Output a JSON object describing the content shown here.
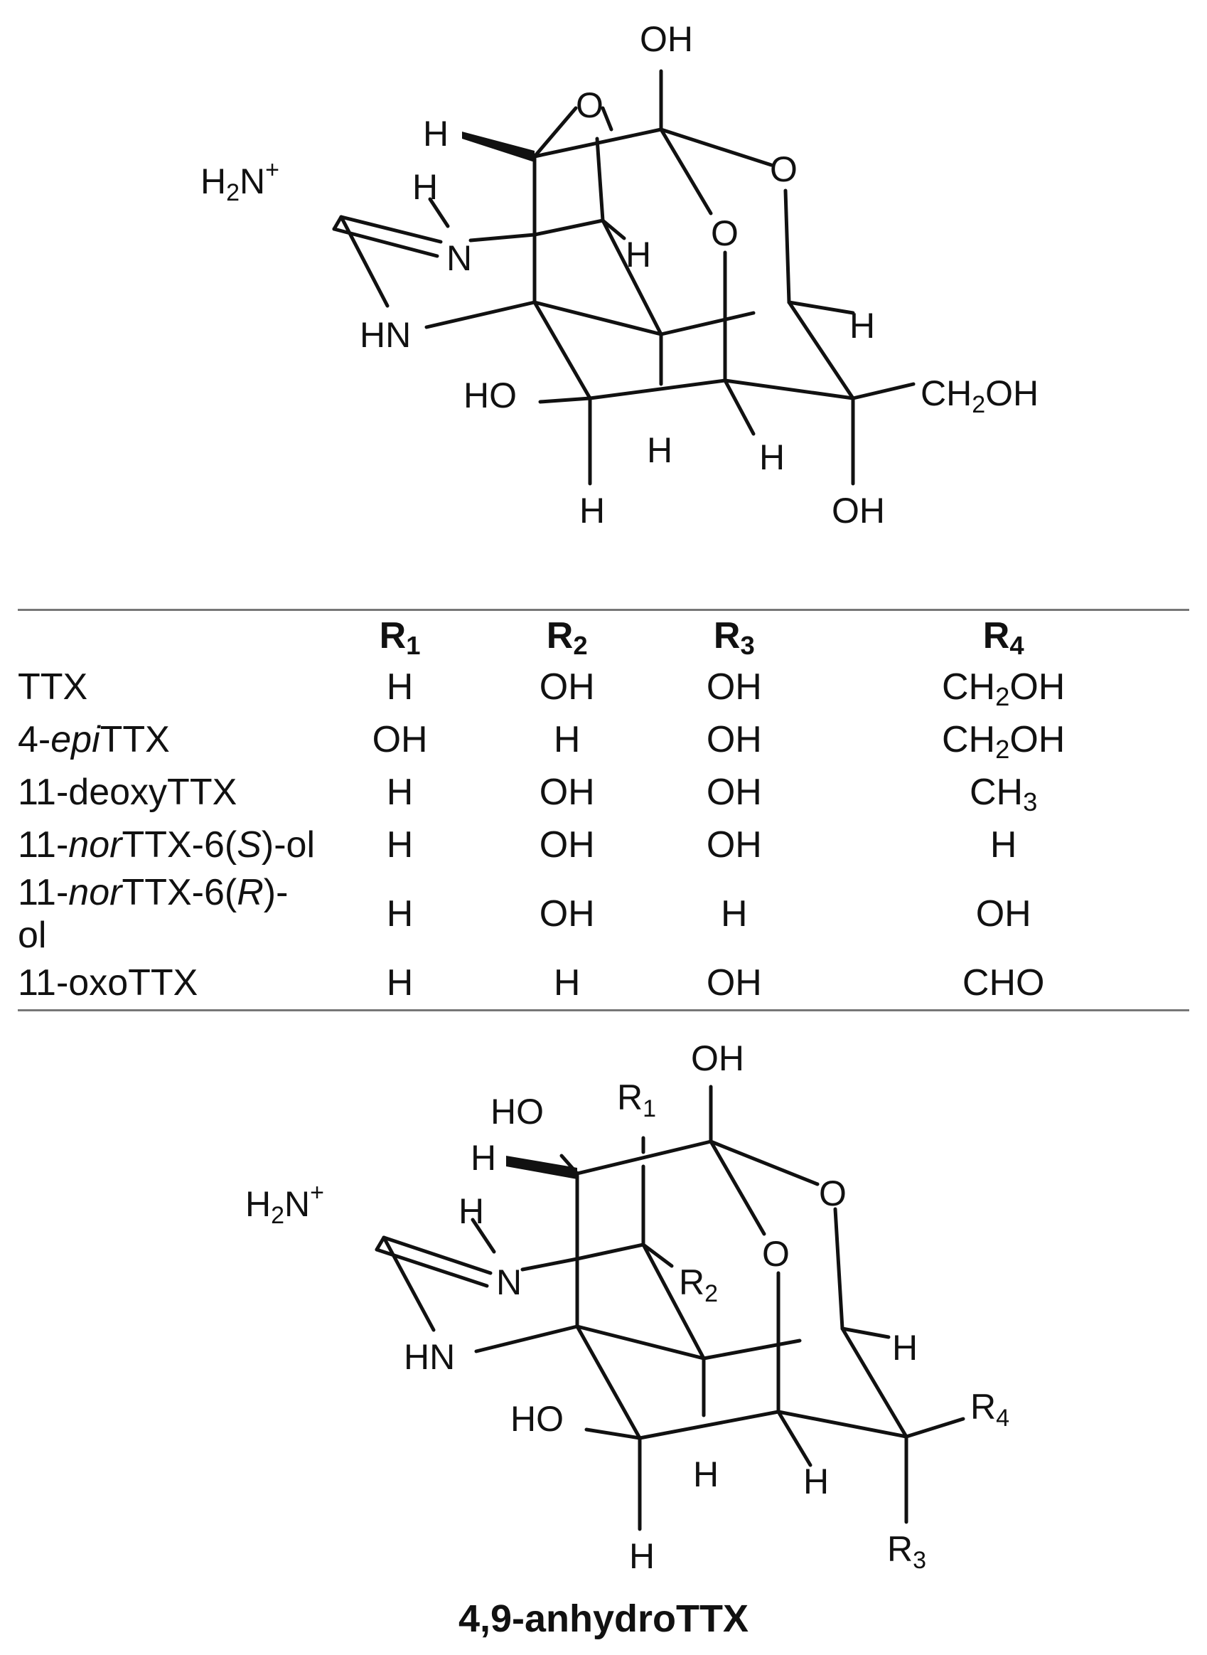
{
  "top_structure": {
    "labels": {
      "oh_top": "OH",
      "o_epoxy": "O",
      "h_wedge": "H",
      "h2n_plus": "H2N+",
      "h_nh": "H",
      "n": "N",
      "h_mid": "H",
      "o_right": "O",
      "o_center": "O",
      "h_right": "H",
      "hn": "HN",
      "ho_left": "HO",
      "ch2oh": "CH2OH",
      "h_c9": "H",
      "h_c8": "H",
      "h_c5": "H",
      "oh_bottom": "OH"
    }
  },
  "table": {
    "headers": [
      "",
      "R1",
      "R2",
      "R3",
      "R4"
    ],
    "rows": [
      {
        "name": "TTX",
        "r1": "H",
        "r2": "OH",
        "r3": "OH",
        "r4": "CH2OH"
      },
      {
        "name": "4-epiTTX",
        "r1": "OH",
        "r2": "H",
        "r3": "OH",
        "r4": "CH2OH"
      },
      {
        "name": "11-deoxyTTX",
        "r1": "H",
        "r2": "OH",
        "r3": "OH",
        "r4": "CH3"
      },
      {
        "name": "11-norTTX-6(S)-ol",
        "r1": "H",
        "r2": "OH",
        "r3": "OH",
        "r4": "H"
      },
      {
        "name": "11-norTTX-6(R)-ol",
        "r1": "H",
        "r2": "OH",
        "r3": "H",
        "r4": "OH"
      },
      {
        "name": "11-oxoTTX",
        "r1": "H",
        "r2": "H",
        "r3": "OH",
        "r4": "CHO"
      }
    ]
  },
  "bottom_structure": {
    "labels": {
      "oh_top": "OH",
      "ho_top": "HO",
      "r1": "R1",
      "h_wedge": "H",
      "o_right": "O",
      "h2n_plus": "H2N+",
      "h_nh": "H",
      "n": "N",
      "r2": "R2",
      "o_center": "O",
      "h_right": "H",
      "hn": "HN",
      "r4": "R4",
      "ho_left": "HO",
      "h_c8": "H",
      "h_c5": "H",
      "h_c9": "H",
      "r3": "R3"
    },
    "caption": "4,9-anhydroTTX"
  }
}
